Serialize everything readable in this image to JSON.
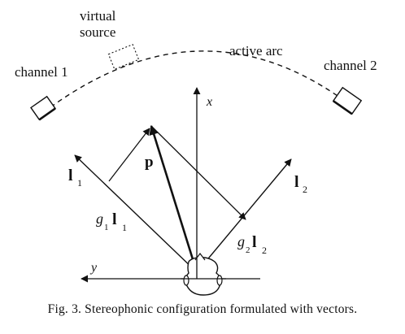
{
  "labels": {
    "virtual_source_line1": "virtual",
    "virtual_source_line2": "source",
    "active_arc": "active arc",
    "channel_1": "channel 1",
    "channel_2": "channel 2",
    "axis_x": "x",
    "axis_y": "y",
    "vec_p": "p",
    "vec_l1_base": "l",
    "vec_l1_sub": "1",
    "vec_l2_base": "l",
    "vec_l2_sub": "2",
    "g1": "g",
    "g1_sub": "1",
    "g1_l": "l",
    "g1_l_sub": "1",
    "g2": "g",
    "g2_sub": "2",
    "g2_l": "l",
    "g2_l_sub": "2"
  },
  "caption": "Fig. 3.  Stereophonic configuration formulated with vectors."
}
